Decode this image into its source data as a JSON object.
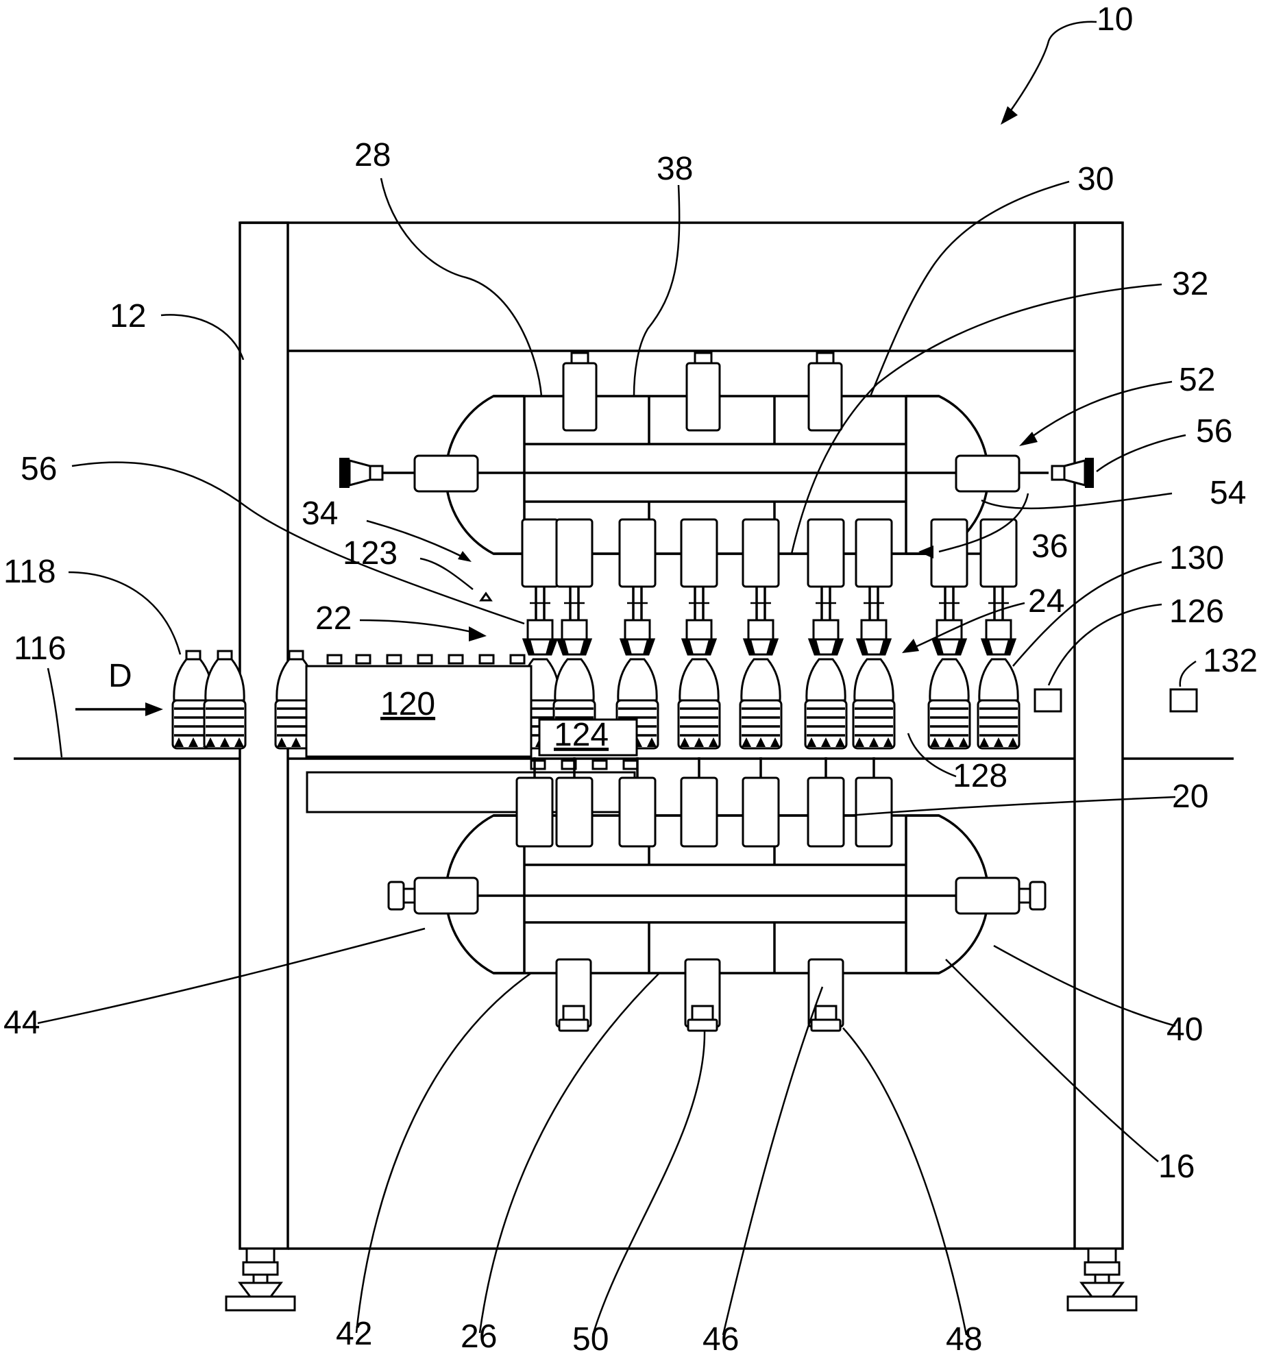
{
  "figure": {
    "reference_numerals": {
      "r10": "10",
      "r12": "12",
      "r16": "16",
      "r20": "20",
      "r22": "22",
      "r24": "24",
      "r26": "26",
      "r28": "28",
      "r30": "30",
      "r32": "32",
      "r34": "34",
      "r36": "36",
      "r38": "38",
      "r40": "40",
      "r42": "42",
      "r44": "44",
      "r46": "46",
      "r48": "48",
      "r50": "50",
      "r52": "52",
      "r54": "54",
      "r56_left": "56",
      "r56_right": "56",
      "r116": "116",
      "r118": "118",
      "r120": "120",
      "r123": "123",
      "r124": "124",
      "r126": "126",
      "r128": "128",
      "r130": "130",
      "r132": "132"
    },
    "direction_label": "D"
  }
}
